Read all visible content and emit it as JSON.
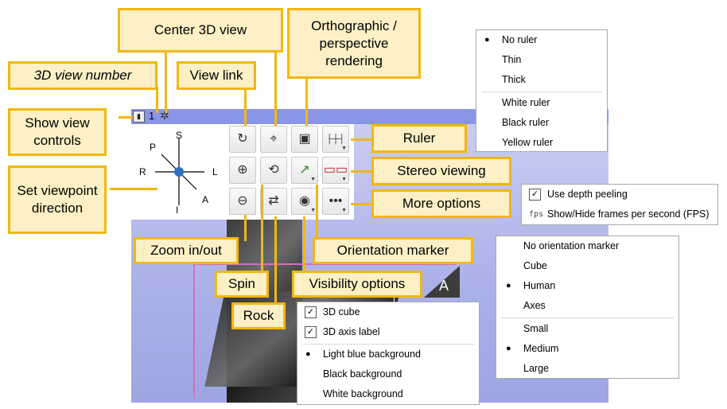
{
  "view": {
    "number": "1",
    "corner_letter": "A",
    "compass": {
      "s": "S",
      "p": "P",
      "r": "R",
      "l": "L",
      "a": "A",
      "i": "I"
    }
  },
  "callouts": {
    "view_number": "3D view number",
    "show_controls": "Show view controls",
    "set_viewpoint": "Set viewpoint direction",
    "center_3d": "Center 3D view",
    "ortho_persp": "Orthographic / perspective rendering",
    "view_link": "View link",
    "ruler": "Ruler",
    "stereo": "Stereo viewing",
    "more_options": "More options",
    "zoom": "Zoom in/out",
    "orientation_marker": "Orientation marker",
    "spin": "Spin",
    "visibility": "Visibility options",
    "rock": "Rock"
  },
  "ruler_menu": {
    "items": [
      "No ruler",
      "Thin",
      "Thick",
      "White ruler",
      "Black ruler",
      "Yellow ruler"
    ],
    "selected": "No ruler"
  },
  "more_menu": {
    "depth_peeling": "Use depth peeling",
    "fps_icon": "fps",
    "fps_label": "Show/Hide frames per second (FPS)"
  },
  "orientation_menu": {
    "items": [
      "No orientation marker",
      "Cube",
      "Human",
      "Axes",
      "Small",
      "Medium",
      "Large"
    ],
    "selected_type": "Human",
    "selected_size": "Medium"
  },
  "visibility_menu": {
    "checks": [
      "3D cube",
      "3D axis label"
    ],
    "backgrounds": [
      "Light blue background",
      "Black background",
      "White background"
    ],
    "selected_background": "Light blue background"
  },
  "icons": {
    "pin": "pin-icon",
    "gear": "center-view-icon",
    "fps": "fps-icon"
  },
  "colors": {
    "callout_fill": "#fdf0c6",
    "callout_border": "#f2b70f",
    "view_bar": "#8a95e8",
    "view_bg": "#aab0e8"
  }
}
